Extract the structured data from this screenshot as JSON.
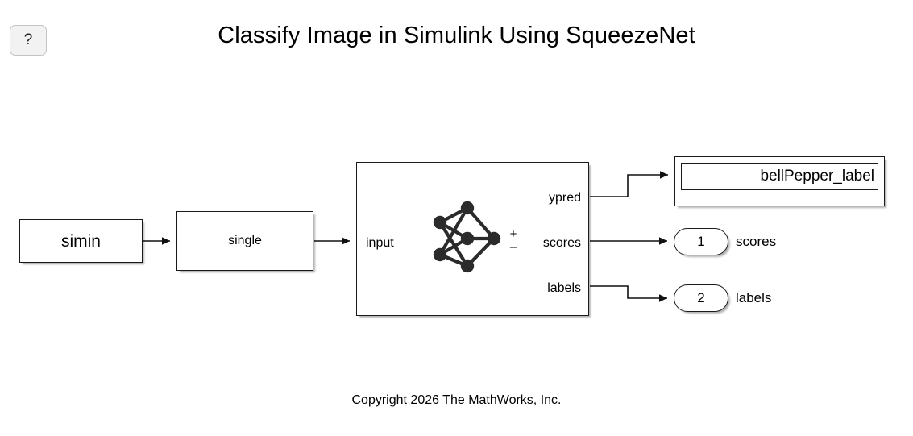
{
  "window": {
    "title": "Classify Image in Simulink Using SqueezeNet",
    "copyright": "Copyright 2026 The MathWorks, Inc.",
    "background_color": "#ffffff"
  },
  "toolbar": {
    "help_button_label": "?",
    "help_button_icon": "question-mark-icon"
  },
  "blocks": {
    "source": {
      "label": "simin",
      "type": "from-workspace"
    },
    "conversion": {
      "label": "single",
      "type": "data-type-conversion"
    },
    "predict": {
      "icon": "neural-network-icon",
      "plus_symbol": "+",
      "minus_symbol": "–",
      "input_ports": [
        {
          "name": "input"
        }
      ],
      "output_ports": [
        {
          "name": "ypred"
        },
        {
          "name": "scores"
        },
        {
          "name": "labels"
        }
      ]
    },
    "display": {
      "value": "bellPepper_label",
      "type": "display"
    },
    "outports": [
      {
        "number": "1",
        "name": "scores"
      },
      {
        "number": "2",
        "name": "labels"
      }
    ]
  },
  "colors": {
    "block_border": "#1a1a1a",
    "block_fill": "#ffffff",
    "signal_line": "#1a1a1a",
    "help_button_fill": "#f2f2f2",
    "help_button_border": "#c4c4c4"
  }
}
